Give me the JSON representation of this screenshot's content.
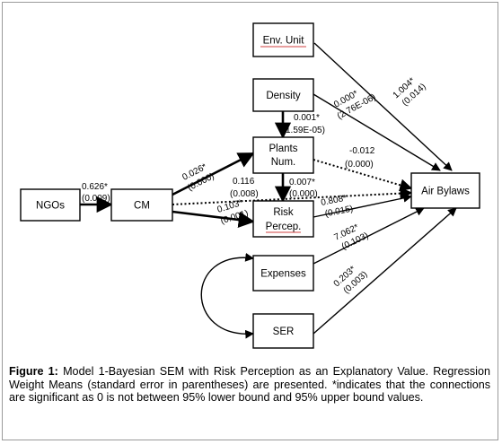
{
  "nodes": {
    "env_unit": "Env. Unit",
    "density": "Density",
    "plants_num_line1": "Plants",
    "plants_num_line2": "Num.",
    "ngos": "NGOs",
    "cm": "CM",
    "risk_line1": "Risk",
    "risk_line2": "Percep.",
    "air_bylaws": "Air Bylaws",
    "expenses": "Expenses",
    "ser": "SER"
  },
  "coefficients": {
    "ngos_cm": {
      "value": "0.626*",
      "se": "(0.009)"
    },
    "cm_plants": {
      "value": "0.026*",
      "se": "(0.000)"
    },
    "cm_risk_direct": {
      "value": "0.116",
      "se": "(0.008)"
    },
    "cm_risk": {
      "value": "0.103*",
      "se": "(0.001)"
    },
    "density_plants": {
      "value": "0.001*",
      "se": "1.59E-05)"
    },
    "plants_risk": {
      "value": "0.007*",
      "se": "(0.000)"
    },
    "density_air": {
      "value": "0.000*",
      "se": "(2.76E-06)"
    },
    "env_air": {
      "value": "1.004*",
      "se": "(0.014)"
    },
    "plants_air": {
      "value": "-0.012",
      "se": "(0.000)"
    },
    "risk_air": {
      "value": "0.808*",
      "se": "(0.015)"
    },
    "expenses_air": {
      "value": "7.062*",
      "se": "(0.103)"
    },
    "ser_air": {
      "value": "0.203*",
      "se": "(0.003)"
    }
  },
  "caption": {
    "label": "Figure 1:",
    "text": " Model 1-Bayesian SEM with Risk Perception as an Explanatory Value. Regression Weight Means (standard error in parentheses) are presented. *indicates that the connections are significant as 0 is not between 95% lower bound and 95% upper bound values."
  }
}
